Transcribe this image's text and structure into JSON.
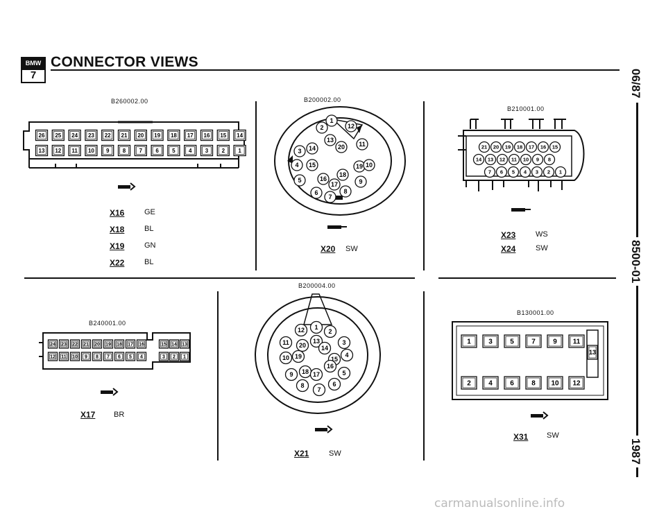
{
  "header": {
    "title": "CONNECTOR VIEWS",
    "logo_top": "BMW",
    "logo_bottom": "7"
  },
  "side": {
    "date": "06/87",
    "doc": "8500-01",
    "year": "1987"
  },
  "panels": {
    "p1": {
      "code": "B260002.00",
      "rows": [
        {
          "label": "X16",
          "color": "GE"
        },
        {
          "label": "X18",
          "color": "BL"
        },
        {
          "label": "X19",
          "color": "GN"
        },
        {
          "label": "X22",
          "color": "BL"
        }
      ]
    },
    "p2": {
      "code": "B200002.00",
      "label": "X20",
      "color": "SW"
    },
    "p3": {
      "code": "B210001.00",
      "rows": [
        {
          "label": "X23",
          "color": "WS"
        },
        {
          "label": "X24",
          "color": "SW"
        }
      ]
    },
    "p4": {
      "code": "B240001.00",
      "label": "X17",
      "color": "BR"
    },
    "p5": {
      "code": "B200004.00",
      "label": "X21",
      "color": "SW"
    },
    "p6": {
      "code": "B130001.00",
      "label": "X31",
      "color": "SW"
    }
  },
  "pins": {
    "p1_top": [
      "26",
      "25",
      "24",
      "23",
      "22",
      "21",
      "20",
      "19",
      "18",
      "17",
      "16",
      "15",
      "14"
    ],
    "p1_bottom": [
      "13",
      "12",
      "11",
      "10",
      "9",
      "8",
      "7",
      "6",
      "5",
      "4",
      "3",
      "2",
      "1"
    ],
    "p2_pins": [
      "1",
      "2",
      "12",
      "3",
      "14",
      "13",
      "20",
      "11",
      "4",
      "15",
      "19",
      "10",
      "5",
      "16",
      "18",
      "17",
      "9",
      "6",
      "7",
      "8"
    ],
    "p3_row1": [
      "21",
      "20",
      "19",
      "18",
      "17",
      "16",
      "15"
    ],
    "p3_row2": [
      "14",
      "13",
      "12",
      "11",
      "10",
      "9",
      "8"
    ],
    "p3_row3": [
      "7",
      "6",
      "5",
      "4",
      "3",
      "2",
      "1"
    ],
    "p4_top": [
      "24",
      "23",
      "22",
      "21",
      "20",
      "19",
      "18",
      "17",
      "16",
      "15",
      "14",
      "13"
    ],
    "p4_bottom": [
      "12",
      "11",
      "10",
      "9",
      "8",
      "7",
      "6",
      "5",
      "4",
      "3",
      "2",
      "1"
    ],
    "p5_pins": [
      "1",
      "12",
      "2",
      "11",
      "20",
      "13",
      "14",
      "3",
      "10",
      "19",
      "15",
      "4",
      "9",
      "18",
      "16",
      "5",
      "17",
      "8",
      "7",
      "6"
    ],
    "p6_top": [
      "1",
      "3",
      "5",
      "7",
      "9",
      "11"
    ],
    "p6_bottom": [
      "2",
      "4",
      "6",
      "8",
      "10",
      "12"
    ],
    "p6_side": "13"
  },
  "footer": {
    "watermark": "carmanualsonline.info"
  }
}
